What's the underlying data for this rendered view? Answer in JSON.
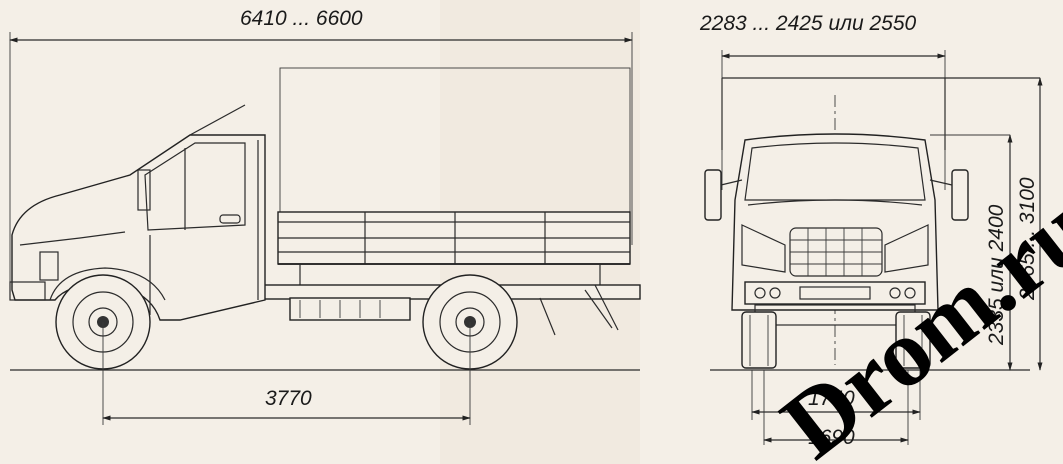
{
  "dimensions": {
    "overall_length": "6410 ... 6600",
    "wheelbase": "3770",
    "overall_width": "2283 ... 2425 или 2550",
    "track_front": "1740",
    "track_rear": "1690",
    "cab_height": "2335 или 2400",
    "tent_height": "2965 ... 3100"
  },
  "watermark": "Drom.ru",
  "colors": {
    "background": "#f4efe7",
    "ink": "#222222",
    "watermark": "#000000"
  }
}
